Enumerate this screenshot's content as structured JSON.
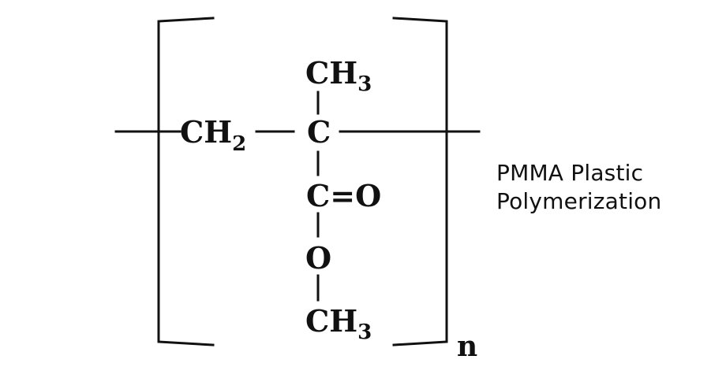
{
  "structure": {
    "top_methyl": {
      "main": "CH",
      "sub": "3"
    },
    "chain_group": {
      "main": "CH",
      "sub": "2"
    },
    "central_carbon": "C",
    "carbonyl": "C=O",
    "ester_oxygen": "O",
    "bottom_methyl": {
      "main": "CH",
      "sub": "3"
    },
    "repeat_label": "n"
  },
  "caption": {
    "line1": "PMMA Plastic",
    "line2": "Polymerization"
  }
}
